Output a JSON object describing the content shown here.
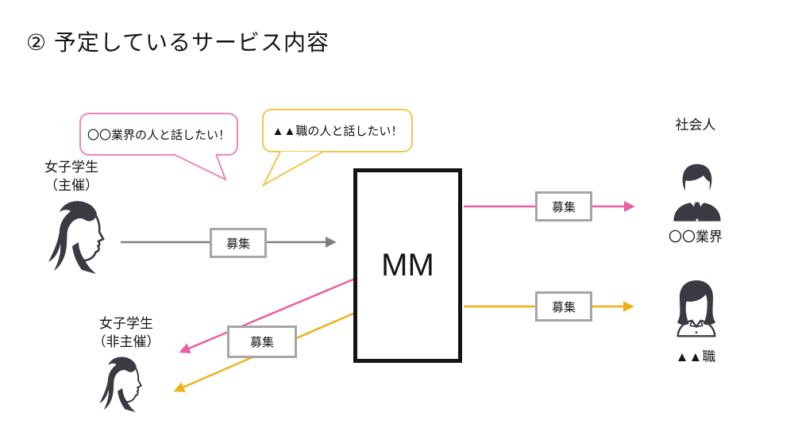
{
  "slide": {
    "title": "② 予定しているサービス内容"
  },
  "bubbles": {
    "industry": {
      "text": "〇〇業界の人と話したい！"
    },
    "job": {
      "text": "▲▲職の人と話したい！"
    }
  },
  "actors": {
    "organizer": {
      "name": "女子学生",
      "role": "（主催）",
      "icon": "girl-profile-ponytail"
    },
    "non_organizer": {
      "name": "女子学生",
      "role": "（非主催）",
      "icon": "girl-profile-ponytail"
    },
    "professionals": {
      "heading": "社会人",
      "industry_person": {
        "label": "〇〇業界",
        "icon": "businessman-bust"
      },
      "job_person": {
        "label": "▲▲職",
        "icon": "businesswoman-bust"
      }
    }
  },
  "mm": {
    "label": "MM"
  },
  "labels": {
    "recruit": "募集"
  },
  "colors": {
    "pink": "#ea5ea2",
    "yellow": "#eeb117",
    "gray_arrow": "#7f7f7f",
    "recruit_box_border": "#a6a6a6",
    "mm_box_border": "#141414",
    "icon_dark": "#3a3a42",
    "bubble_pink_border": "#ee86bd",
    "bubble_yellow_border": "#f2c64b"
  }
}
